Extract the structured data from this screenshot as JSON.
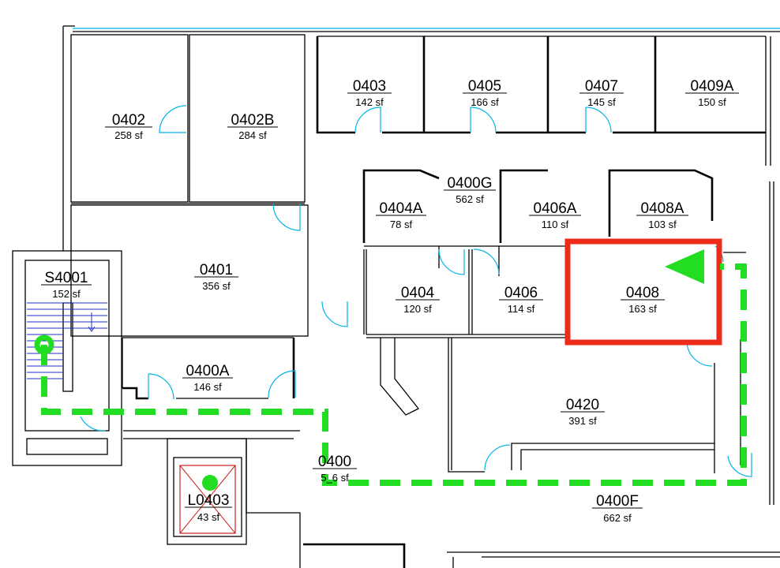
{
  "rooms": [
    {
      "id": "r0402",
      "number": "0402",
      "area": "258 sf"
    },
    {
      "id": "r0402B",
      "number": "0402B",
      "area": "284 sf"
    },
    {
      "id": "r0403",
      "number": "0403",
      "area": "142 sf"
    },
    {
      "id": "r0405",
      "number": "0405",
      "area": "166 sf"
    },
    {
      "id": "r0407",
      "number": "0407",
      "area": "145 sf"
    },
    {
      "id": "r0409A",
      "number": "0409A",
      "area": "150 sf"
    },
    {
      "id": "r0400G",
      "number": "0400G",
      "area": "562 sf"
    },
    {
      "id": "r0404A",
      "number": "0404A",
      "area": "78 sf"
    },
    {
      "id": "r0406A",
      "number": "0406A",
      "area": "110 sf"
    },
    {
      "id": "r0408A",
      "number": "0408A",
      "area": "103 sf"
    },
    {
      "id": "rS4001",
      "number": "S4001",
      "area": "152 sf"
    },
    {
      "id": "r0401",
      "number": "0401",
      "area": "356 sf"
    },
    {
      "id": "r0404",
      "number": "0404",
      "area": "120 sf"
    },
    {
      "id": "r0406",
      "number": "0406",
      "area": "114 sf"
    },
    {
      "id": "r0408",
      "number": "0408",
      "area": "163 sf"
    },
    {
      "id": "r0400A",
      "number": "0400A",
      "area": "146 sf"
    },
    {
      "id": "r0420",
      "number": "0420",
      "area": "391 sf"
    },
    {
      "id": "r0400",
      "number": "0400",
      "area": "5_6 sf"
    },
    {
      "id": "rL0403",
      "number": "L0403",
      "area": "43 sf"
    },
    {
      "id": "r0400F",
      "number": "0400F",
      "area": "662 sf"
    }
  ],
  "highlight": {
    "room": "0408",
    "color": "#ee2a1a"
  },
  "route": {
    "color": "#22dd22",
    "from": "S4001",
    "to": "0408"
  }
}
